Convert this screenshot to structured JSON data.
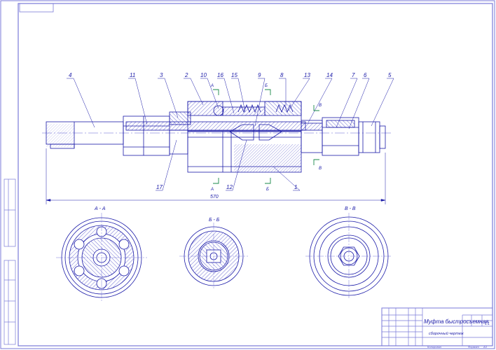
{
  "drawing": {
    "part_labels": [
      "4",
      "11",
      "3",
      "2",
      "10",
      "16",
      "15",
      "9",
      "8",
      "13",
      "14",
      "7",
      "6",
      "5",
      "17",
      "12",
      "1"
    ],
    "section_marks": {
      "a_top": "А",
      "a_bottom": "А",
      "b_top": "Б",
      "b_bottom": "Б",
      "v_right": "В",
      "v_right2": "В"
    },
    "dimension": "570",
    "section_titles": {
      "a": "А - А",
      "b": "Б - Б",
      "v": "В - В"
    }
  },
  "title_block": {
    "name": "Муфта быстросъемная",
    "subtitle": "сборочный чертеж",
    "sheet": "1:1",
    "format_label": "Формат",
    "format_value": "А3",
    "copied_label": "Копировал"
  },
  "colors": {
    "lines": "#1a1aa8",
    "thin": "#5a5ad0",
    "hatch": "#3535c0",
    "frame": "#7a7ad8"
  }
}
